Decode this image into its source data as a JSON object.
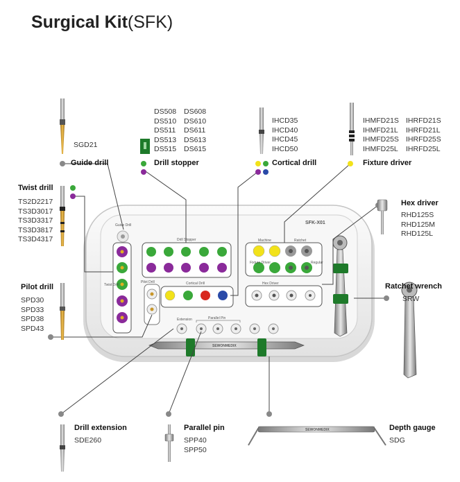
{
  "title": {
    "main": "Surgical Kit",
    "sub": "(SFK)"
  },
  "components": {
    "guide_drill": {
      "name": "Guide drill",
      "codes": [
        "SGD21"
      ]
    },
    "drill_stopper": {
      "name": "Drill stopper",
      "codes_a": [
        "DS508",
        "DS510",
        "DS511",
        "DS513",
        "DS515"
      ],
      "codes_b": [
        "DS608",
        "DS610",
        "DS611",
        "DS613",
        "DS615"
      ]
    },
    "cortical_drill": {
      "name": "Cortical drill",
      "codes": [
        "IHCD35",
        "IHCD40",
        "IHCD45",
        "IHCD50"
      ]
    },
    "fixture_driver": {
      "name": "Fixture driver",
      "codes_a": [
        "IHMFD21S",
        "IHMFD21L",
        "IHMFD25S",
        "IHMFD25L"
      ],
      "codes_b": [
        "IHRFD21S",
        "IHRFD21L",
        "IHRFD25S",
        "IHRFD25L"
      ]
    },
    "twist_drill": {
      "name": "Twist drill",
      "codes": [
        "TS2D2217",
        "TS3D3017",
        "TS3D3317",
        "TS3D3817",
        "TS3D4317"
      ]
    },
    "hex_driver": {
      "name": "Hex driver",
      "codes": [
        "RHD125S",
        "RHD125M",
        "RHD125L"
      ]
    },
    "pilot_drill": {
      "name": "Pilot drill",
      "codes": [
        "SPD30",
        "SPD33",
        "SPD38",
        "SPD43"
      ]
    },
    "ratchet_wrench": {
      "name": "Ratchet wrench",
      "codes": [
        "SRW"
      ]
    },
    "drill_extension": {
      "name": "Drill extension",
      "codes": [
        "SDE260"
      ]
    },
    "parallel_pin": {
      "name": "Parallel pin",
      "codes": [
        "SPP40",
        "SPP50"
      ]
    },
    "depth_gauge": {
      "name": "Depth gauge",
      "codes": [
        "SDG"
      ]
    }
  },
  "tray": {
    "model": "SFK-X01",
    "brand": "SEWONMEDIX",
    "sections": {
      "guide_drill": "Guide Drill",
      "drill_stopper": "Drill Stopper",
      "cortical_drill": "Cortical Drill",
      "twist_drill": "Twist Drill",
      "pilot_drill": "Pilot Drill",
      "fixture_driver": "Fixture Driver",
      "hex_driver": "Hex Driver",
      "extension": "Extension",
      "parallel_pin": "Parallel Pin",
      "machine": "Machine",
      "ratchet": "Ratchet",
      "regular": "Regular"
    }
  },
  "colors": {
    "green": "#3aa83a",
    "purple": "#8a2a9a",
    "yellow": "#f2e21a",
    "red": "#d8281e",
    "blue": "#2a4aa8",
    "gold": "#c8962a",
    "gray": "#888888"
  }
}
